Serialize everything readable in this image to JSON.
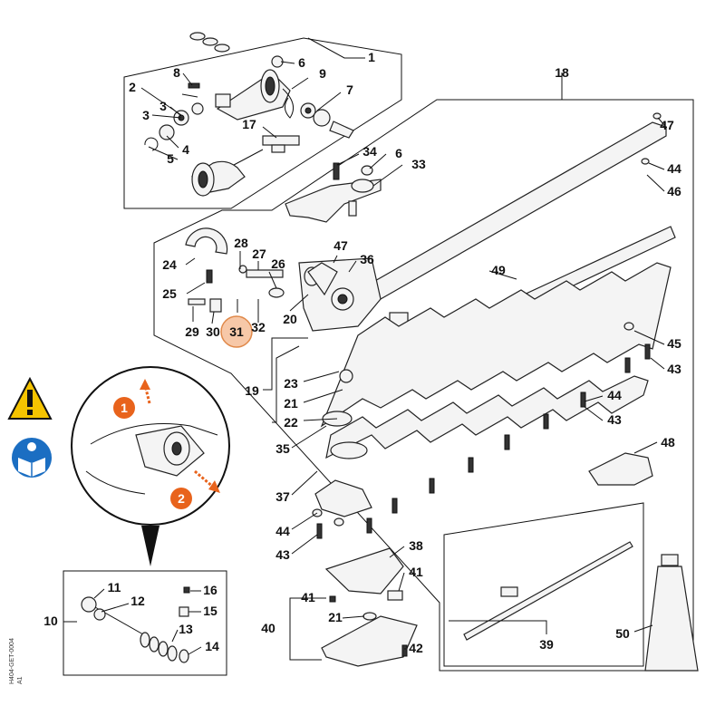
{
  "drawing_code": "H404-GET-0004",
  "revision": "A1",
  "detail_steps": [
    "1",
    "2"
  ],
  "highlighted_callout": "31",
  "colors": {
    "highlight_fill": "#f7c8a8",
    "highlight_stroke": "#e0894a",
    "arrow_orange": "#e8631c",
    "warning_yellow": "#f5c400",
    "manual_blue": "#1b6ec2"
  },
  "icons": [
    "warning-icon",
    "read-manual-icon"
  ],
  "callouts": [
    "1",
    "18",
    "8",
    "6",
    "9",
    "7",
    "2",
    "3",
    "3",
    "4",
    "5",
    "17",
    "34",
    "6",
    "33",
    "47",
    "44",
    "46",
    "28",
    "27",
    "24",
    "26",
    "47",
    "36",
    "49",
    "25",
    "20",
    "29",
    "30",
    "31",
    "32",
    "45",
    "43",
    "19",
    "23",
    "21",
    "22",
    "44",
    "43",
    "35",
    "48",
    "37",
    "44",
    "43",
    "38",
    "41",
    "41",
    "40",
    "21",
    "42",
    "39",
    "50",
    "10",
    "11",
    "12",
    "16",
    "15",
    "13",
    "14"
  ]
}
